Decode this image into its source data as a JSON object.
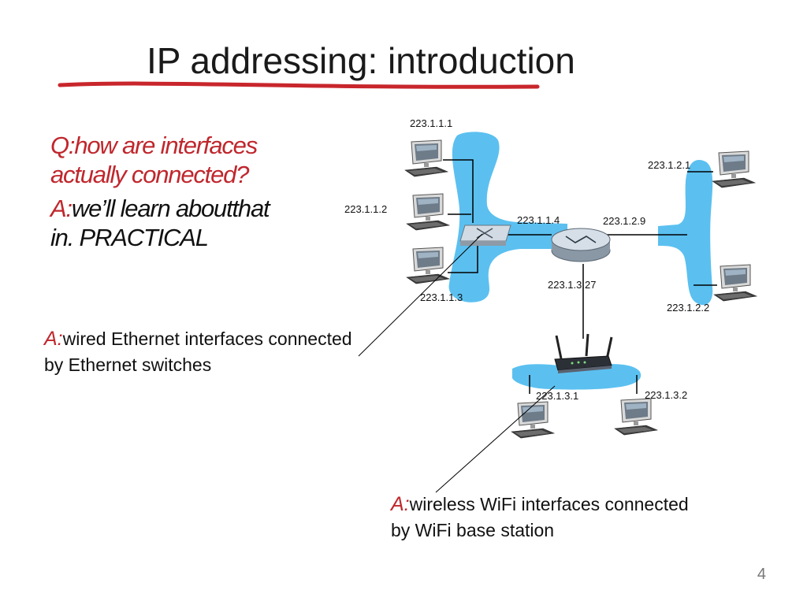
{
  "slide": {
    "title": "IP addressing: introduction",
    "page_number": "4"
  },
  "question": {
    "q_label": "Q:",
    "q_line1": "how are interfaces",
    "q_line2": "actually connected?",
    "a_label": "A:",
    "a_line1": "we’ll learn aboutthat",
    "a_line2": "in. PRACTICAL"
  },
  "annotations": {
    "wired": {
      "label": "A:",
      "line1": "wired Ethernet interfaces connected",
      "line2": "by Ethernet switches"
    },
    "wireless": {
      "label": "A:",
      "line1": "wireless WiFi interfaces connected",
      "line2": "by WiFi base station"
    }
  },
  "ips": {
    "h1": "223.1.1.1",
    "h2": "223.1.1.2",
    "h3": "223.1.1.3",
    "r1": "223.1.1.4",
    "r2": "223.1.2.9",
    "r3": "223.1.3.27",
    "h4": "223.1.2.1",
    "h5": "223.1.2.2",
    "w1": "223.1.3.1",
    "w2": "223.1.3.2"
  },
  "colors": {
    "subnet_blue": "#5bc0f0",
    "accent_red": "#c0272d",
    "underline_red": "#c8262c"
  }
}
